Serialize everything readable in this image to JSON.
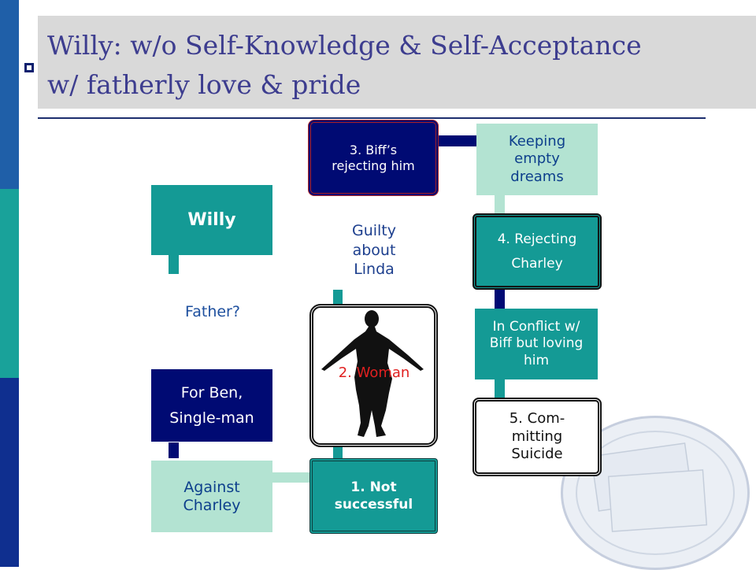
{
  "title": {
    "line1": "Willy: w/o Self-Knowledge & Self-Acceptance",
    "line2": "w/ fatherly love & pride"
  },
  "nodes": {
    "willy": "Willy",
    "father_label": "Father?",
    "for_ben": "For Ben,",
    "single_man": "Single-man",
    "against_charley": "Against Charley",
    "not_successful": "1. Not successful",
    "woman_label": "2. Woman",
    "guilty_line1": "Guilty",
    "guilty_line2": "about",
    "guilty_line3": "Linda",
    "biffs_rejecting": "3. Biff’s rejecting him",
    "keeping_dreams": "Keeping empty dreams",
    "rejecting_charley_1": "4. Rejecting",
    "rejecting_charley_2": "Charley",
    "in_conflict": "In Conflict w/ Biff but loving him",
    "committing_suicide": "5. Com-mitting Suicide"
  },
  "colors": {
    "teal": "#149a95",
    "light_teal": "#b3e3d2",
    "navy": "#000a73",
    "title_text": "#3d3d8f",
    "woman_red": "#e02020",
    "father_blue": "#1d4f9e",
    "guilty_blue": "#1d3f8e",
    "bar_blue": "#1f5fa8",
    "bar_teal": "#19a29a",
    "bar_navy": "#0f2f8f"
  },
  "icons": {
    "bullet": "square-bullet-icon",
    "woman_figure": "woman-silhouette-icon",
    "watermark": "seal-watermark-icon"
  }
}
